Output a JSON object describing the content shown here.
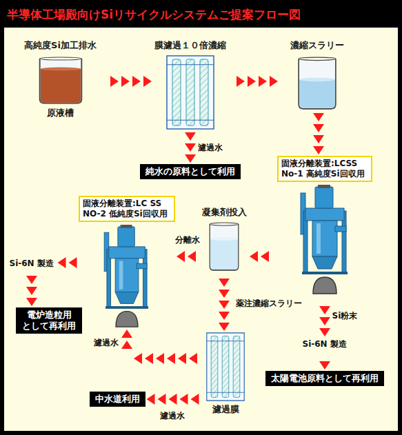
{
  "diagram": {
    "title": "半導体工場殿向けSiリサイクルシステムご提案フロー図",
    "nodes": [
      {
        "text": [
          "高純度Si加工排水",
          "原液槽"
        ]
      },
      {
        "text": [
          "膜濾過１０倍濃縮"
        ]
      },
      {
        "text": [
          "濃縮スラリー"
        ]
      },
      {
        "text": [
          "純水の原料として利用"
        ]
      },
      {
        "text": [
          "固液分離装置:LCSS No-1 高純度Si回収用"
        ]
      },
      {
        "text": [
          "Si-6N 製造"
        ]
      },
      {
        "text": [
          "太陽電池原料として再利用"
        ]
      },
      {
        "text": [
          "凝集剤投入"
        ]
      },
      {
        "text": [
          "固液分離装置:LC SS NO-2 低純度Si回収用"
        ]
      },
      {
        "text": [
          "Si-6N 製造"
        ]
      },
      {
        "text": [
          "電炉造粒用 として再利用"
        ]
      },
      {
        "text": [
          "濾過膜"
        ]
      },
      {
        "text": [
          "中水道利用"
        ]
      }
    ],
    "edges": [
      {
        "from": 0,
        "to": 1,
        "arrow": "to"
      },
      {
        "from": 1,
        "to": 2,
        "arrow": "to"
      },
      {
        "from": 1,
        "to": 3,
        "label": "濾過水",
        "arrow": "to"
      },
      {
        "from": 2,
        "to": 4,
        "arrow": "to"
      },
      {
        "from": 4,
        "to": 5,
        "label": "Si粉末",
        "arrow": "to"
      },
      {
        "from": 5,
        "to": 6,
        "arrow": "to"
      },
      {
        "from": 4,
        "to": 7,
        "arrow": "to"
      },
      {
        "from": 7,
        "to": 8,
        "label": "分離水",
        "arrow": "to"
      },
      {
        "from": 8,
        "to": 9,
        "arrow": "to"
      },
      {
        "from": 9,
        "to": 10,
        "arrow": "to"
      },
      {
        "from": 7,
        "to": 11,
        "label": "薬注濃縮スラリー",
        "arrow": "to"
      },
      {
        "from": 11,
        "to": 8,
        "label": "濾過水",
        "arrow": "to"
      },
      {
        "from": 11,
        "to": 12,
        "label": "濾過水",
        "arrow": "to"
      }
    ]
  }
}
